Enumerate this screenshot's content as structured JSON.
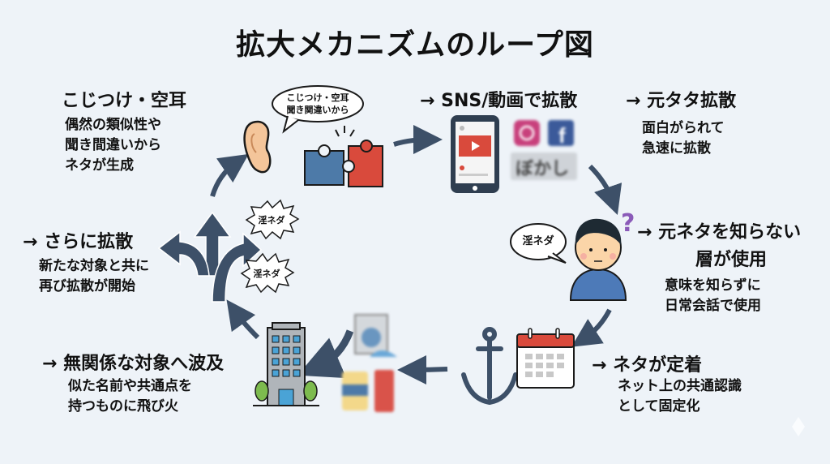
{
  "title": "拡大メカニズムのループ図",
  "colors": {
    "background": "#eef3f8",
    "arrow": "#3d5068",
    "text": "#111111",
    "accent_red": "#d94a3c",
    "accent_blue": "#4d7aa8",
    "purple": "#8a5ab8"
  },
  "steps": [
    {
      "id": "kojitsuke",
      "heading": "こじつけ・空耳",
      "lines": [
        "偶然の類似性や",
        "聞き間違いから",
        "ネタが生成"
      ],
      "bubble": [
        "こじつけ・空耳",
        "聞き関違いから"
      ],
      "icons": [
        "ear-icon",
        "puzzle-piece-blue-icon",
        "puzzle-piece-red-icon"
      ]
    },
    {
      "id": "sns",
      "heading": "→ SNS/動画で拡散",
      "icons": [
        "smartphone-video-icon",
        "instagram-icon",
        "facebook-icon"
      ],
      "blur_label": "ぼかし"
    },
    {
      "id": "motoneta",
      "heading": "→ 元タタ拡散",
      "lines": [
        "面白がられて",
        "急速に拡散"
      ]
    },
    {
      "id": "unaware",
      "heading_lines": [
        "→ 元ネタを知らない",
        "層が使用"
      ],
      "lines": [
        "意味を知らずに",
        "日常会話で使用"
      ],
      "bubble": "淫ネダ",
      "question_mark": "?",
      "icons": [
        "confused-person-icon"
      ]
    },
    {
      "id": "teichaku",
      "heading": "→ ネタが定着",
      "lines": [
        "ネット上の共通認識",
        "として固定化"
      ],
      "icons": [
        "anchor-icon",
        "calendar-icon"
      ]
    },
    {
      "id": "hakyu",
      "heading": "→ 無関係な対象へ波及",
      "lines": [
        "似た名前や共通点を",
        "持つものに飛び火"
      ],
      "icons": [
        "building-icon",
        "washing-machine-icon",
        "product-jars-icon"
      ]
    },
    {
      "id": "sarani",
      "heading": "→ さらに拡散",
      "lines": [
        "新たな対象と共に",
        "再び拡散が開始"
      ],
      "bursts": [
        "淫ネダ",
        "淫ネダ"
      ],
      "icons": [
        "branching-arrows-icon"
      ]
    }
  ]
}
